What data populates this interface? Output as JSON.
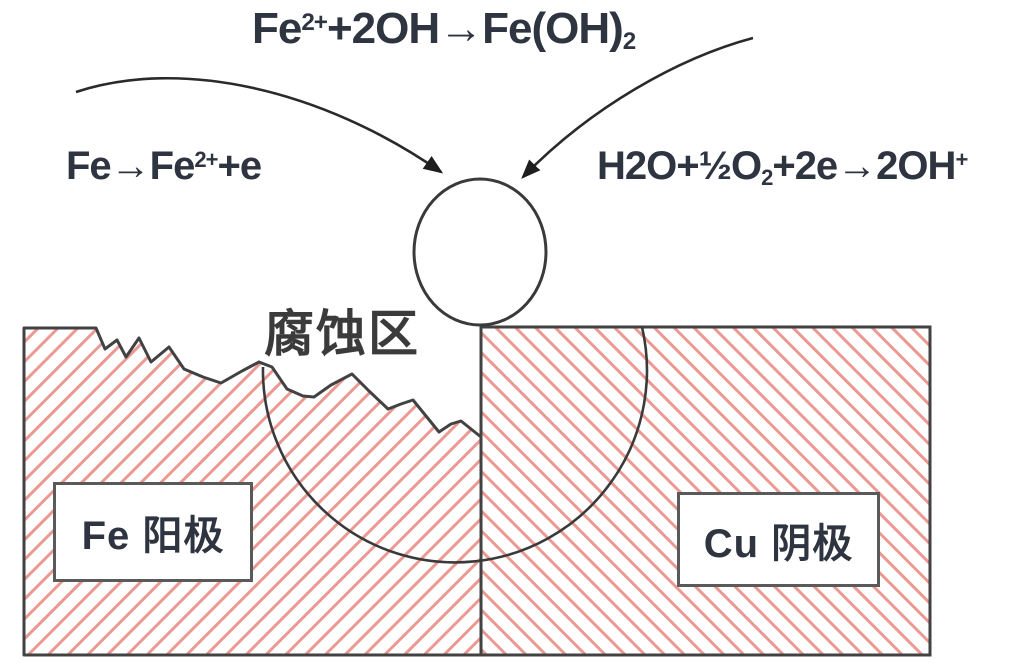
{
  "equations": {
    "hydroxide_formation": {
      "part1": "Fe",
      "sup1": "2+",
      "part2": "+2OH→Fe(OH)",
      "sub1": "2"
    },
    "anode_reaction": {
      "part1": "Fe→Fe",
      "sup1": "2+",
      "part2": "+e"
    },
    "cathode_reaction": {
      "part1": "H2O+½O",
      "sub1": "2",
      "part2": "+2e→2OH",
      "sup1": "+"
    }
  },
  "labels": {
    "corrosion_zone": "腐蚀区",
    "anode_block": "Fe 阳极",
    "cathode_block": "Cu 阴极"
  },
  "colors": {
    "hatch_red": "#eb9a93",
    "outline_dark": "#424242",
    "text_dark": "#2e3440",
    "background": "#ffffff"
  }
}
